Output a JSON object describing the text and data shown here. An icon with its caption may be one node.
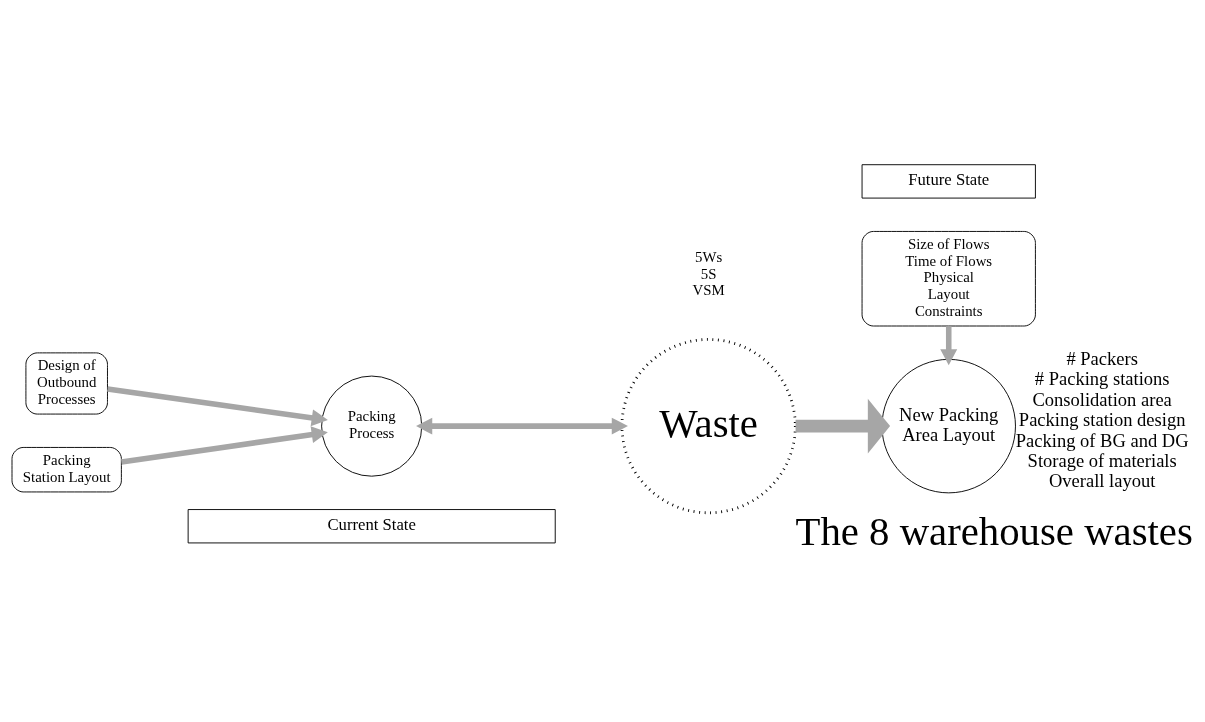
{
  "diagram": {
    "nodes": [
      {
        "text": [
          "Current State"
        ]
      },
      {
        "text": [
          "Design of Outbound Processes"
        ]
      },
      {
        "text": [
          "Packing Station Layout"
        ]
      },
      {
        "text": [
          "Packing Process"
        ]
      },
      {
        "text": [
          "Waste"
        ],
        "beside": [
          "The 8 warehouse wastes"
        ]
      },
      {
        "text": [
          "Future State"
        ]
      },
      {
        "text": [
          "Size of Flows",
          "Time of Flows",
          "Physical Layout Constraints"
        ]
      },
      {
        "text": [
          "New Packing Area Layout"
        ],
        "beside": [
          "# Packers",
          "# Packing stations",
          "Consolidation area",
          "Packing station design",
          "Packing of BG and DG",
          "Storage of materials",
          "Overall layout"
        ]
      }
    ],
    "edges": [
      {
        "from": 1,
        "to": 3,
        "arrow": "to"
      },
      {
        "from": 2,
        "to": 3,
        "arrow": "to"
      },
      {
        "from": 3,
        "to": 4,
        "arrow": "both"
      },
      {
        "from": 4,
        "to": 7,
        "arrow": "to",
        "style": "thick"
      },
      {
        "from": 6,
        "to": 7,
        "arrow": "to"
      }
    ],
    "labels": [
      "5Ws",
      "5S",
      "VSM"
    ]
  }
}
